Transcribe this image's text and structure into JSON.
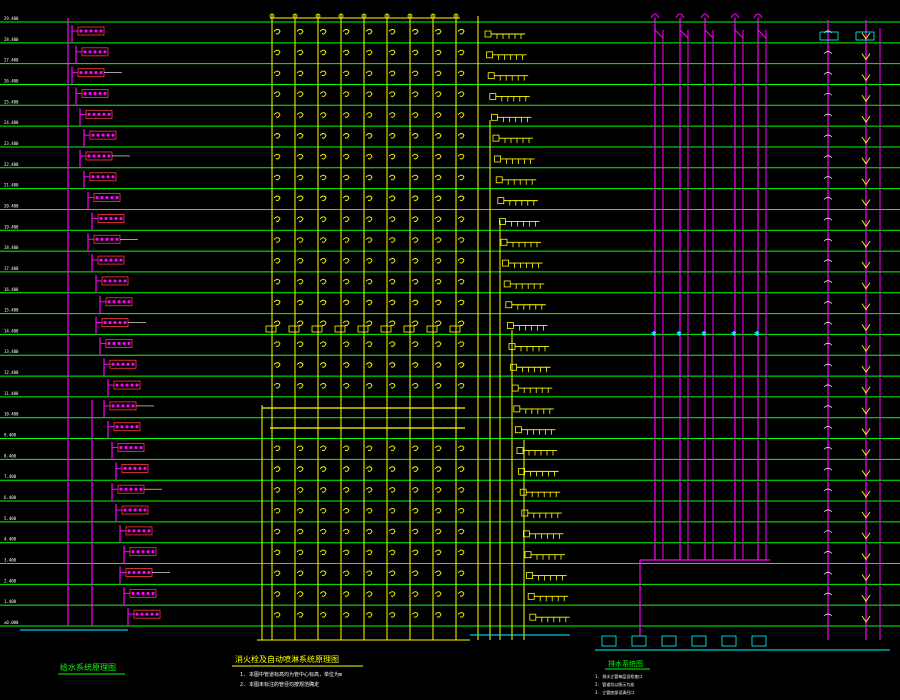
{
  "drawing": {
    "background": "#000000",
    "colors": {
      "floor_line": "#00ff00",
      "riser_yellow": "#ffff00",
      "riser_magenta": "#ff00ff",
      "sprinkler_cyan": "#00ffff",
      "label_white": "#ffffff",
      "annotation_red": "#ff3b3b"
    },
    "floor_count": 30,
    "floor_levels": [
      "29.400",
      "28.400",
      "27.400",
      "26.400",
      "25.400",
      "24.400",
      "23.400",
      "22.400",
      "21.400",
      "20.400",
      "19.400",
      "18.400",
      "17.400",
      "16.400",
      "15.400",
      "14.400",
      "13.400",
      "12.400",
      "11.400",
      "10.400",
      "9.400",
      "8.400",
      "7.400",
      "6.400",
      "5.400",
      "4.400",
      "3.400",
      "2.400",
      "1.400",
      "±0.000"
    ],
    "captions": {
      "left": "给水系统原理图",
      "center": "消火栓及自动喷淋系统原理图",
      "right": "排水系统图"
    },
    "notes": [
      "1. 本图中管道标高均为管中心标高，单位为m",
      "2. 本图未标注的管径均按规范确定"
    ],
    "right_notes": [
      "1. 排水立管每层设检查口",
      "2. 管道均以图示为准",
      "3. 立管底部设清扫口"
    ]
  }
}
